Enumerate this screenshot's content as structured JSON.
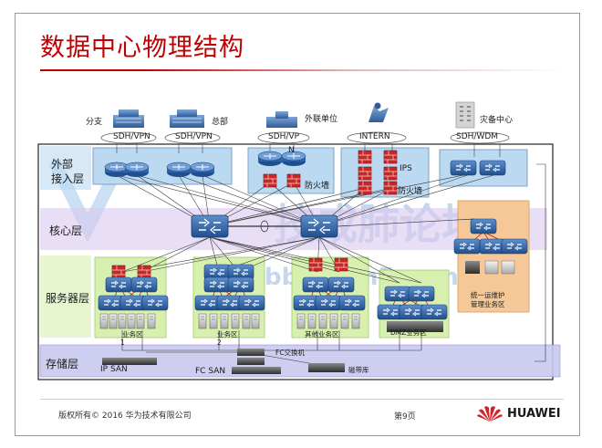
{
  "title": "数据中心物理结构",
  "external_entities": {
    "branch": "分支",
    "headquarters": "总部",
    "external_unit": "外联单位",
    "disaster_center": "灾备中心"
  },
  "links": {
    "sdh_vpn_1": "SDH/VPN",
    "sdh_vpn_2": "SDH/VPN",
    "sdh_vp": "SDH/VP",
    "intern": "INTERN",
    "sdh_wdm": "SDH/WDM"
  },
  "layers": {
    "access": "外部\n接入层",
    "core": "核心层",
    "server": "服务器层",
    "storage": "存储层"
  },
  "devices": {
    "firewall_label_1": "防火墙",
    "firewall_label_2": "防火墙",
    "n_label": "N",
    "ips_label": "IPS",
    "fc_switch": "FC交换机",
    "ip_san": "IP SAN",
    "fc_san": "FC SAN",
    "tape_library": "磁带库"
  },
  "zones": {
    "business_1": "业务区",
    "business_2": "业务区",
    "other_business": "其他业务区",
    "dmz_business": "DMZ业务区",
    "ops_mgmt_line1": "统一运维护",
    "ops_mgmt_line2": "管理业务区",
    "zone_num_1": "1",
    "zone_num_2": "2"
  },
  "watermark": {
    "line1": "技成肺论坛",
    "line2": "bbs.vlan5.com"
  },
  "footer": {
    "copyright": "版权所有© 2016 华为技术有限公司",
    "page": "第9页",
    "brand": "HUAWEI"
  },
  "colors": {
    "title_red": "#c00000",
    "access_fill": "#bcd9f2",
    "core_fill": "#d9c8ee",
    "server_fill": "#d7f0b0",
    "ops_fill": "#f6c898",
    "storage_fill": "#c9c9ef",
    "link_red": "#c00000",
    "huawei_red": "#d2232a"
  }
}
